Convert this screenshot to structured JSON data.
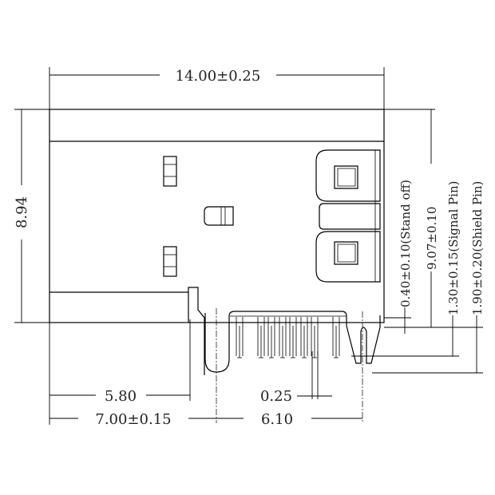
{
  "dimensions": {
    "overall_width": "14.00±0.25",
    "overall_height": "8.94",
    "stand_off": "0.40±0.10(Stand off)",
    "total_height": "9.07±0.10",
    "signal_pin": "1.30±0.15(Signal Pin)",
    "shield_pin": "1.90±0.20(Shield Pin)",
    "tab_offset": "5.80",
    "pin_pitch": "0.25",
    "slot_offset": "7.00±0.15",
    "shield_spacing": "6.10"
  }
}
